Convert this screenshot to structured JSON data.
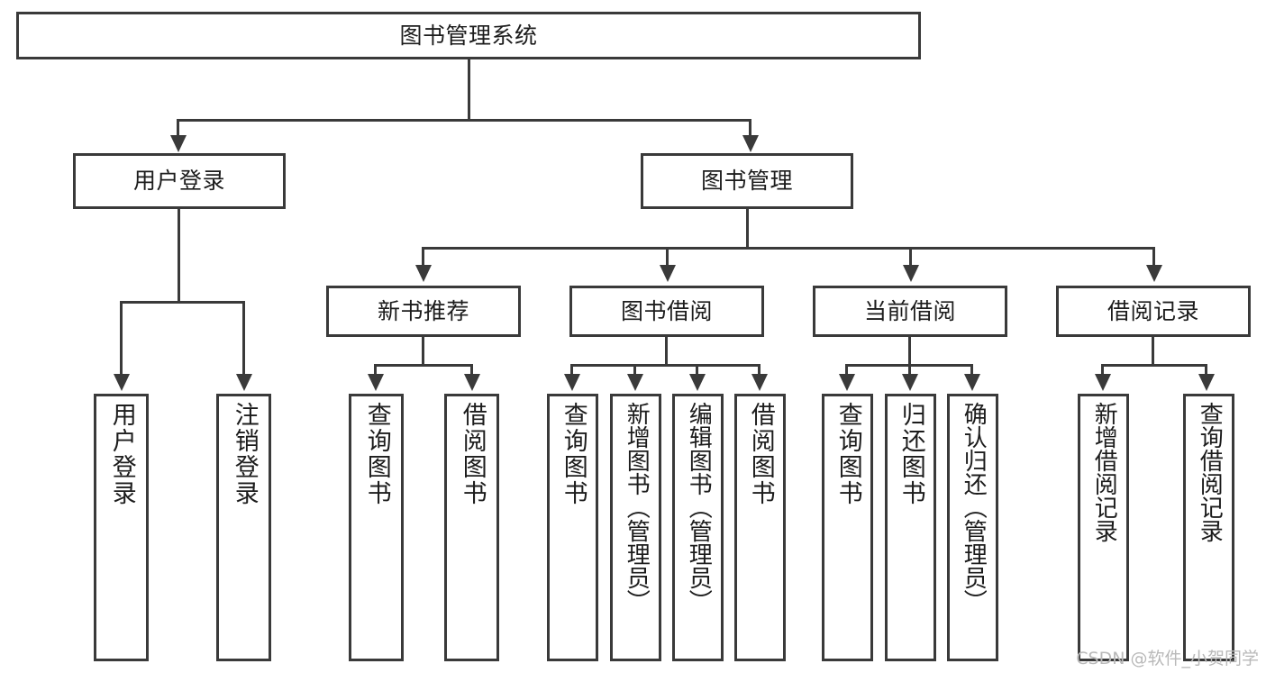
{
  "diagram": {
    "title": "图书管理系统",
    "type": "tree",
    "root": {
      "label": "图书管理系统"
    },
    "level2": [
      {
        "label": "用户登录"
      },
      {
        "label": "图书管理"
      }
    ],
    "level3": [
      {
        "label": "新书推荐"
      },
      {
        "label": "图书借阅"
      },
      {
        "label": "当前借阅"
      },
      {
        "label": "借阅记录"
      }
    ],
    "leaves": {
      "user_login": [
        {
          "label": "用户登录"
        },
        {
          "label": "注销登录"
        }
      ],
      "new_book": [
        {
          "label": "查询图书"
        },
        {
          "label": "借阅图书"
        }
      ],
      "book_borrow": [
        {
          "label": "查询图书"
        },
        {
          "label": "新增图书（管理员）"
        },
        {
          "label": "编辑图书（管理员）"
        },
        {
          "label": "借阅图书"
        }
      ],
      "current_borrow": [
        {
          "label": "查询图书"
        },
        {
          "label": "归还图书"
        },
        {
          "label": "确认归还（管理员）"
        }
      ],
      "borrow_record": [
        {
          "label": "新增借阅记录"
        },
        {
          "label": "查询借阅记录"
        }
      ]
    }
  },
  "watermark": {
    "text": "CSDN @软件_小贺同学"
  },
  "colors": {
    "stroke": "#3a3a3a",
    "background": "#ffffff",
    "text": "#1c1c1c",
    "watermark": "#b9b9b9"
  }
}
